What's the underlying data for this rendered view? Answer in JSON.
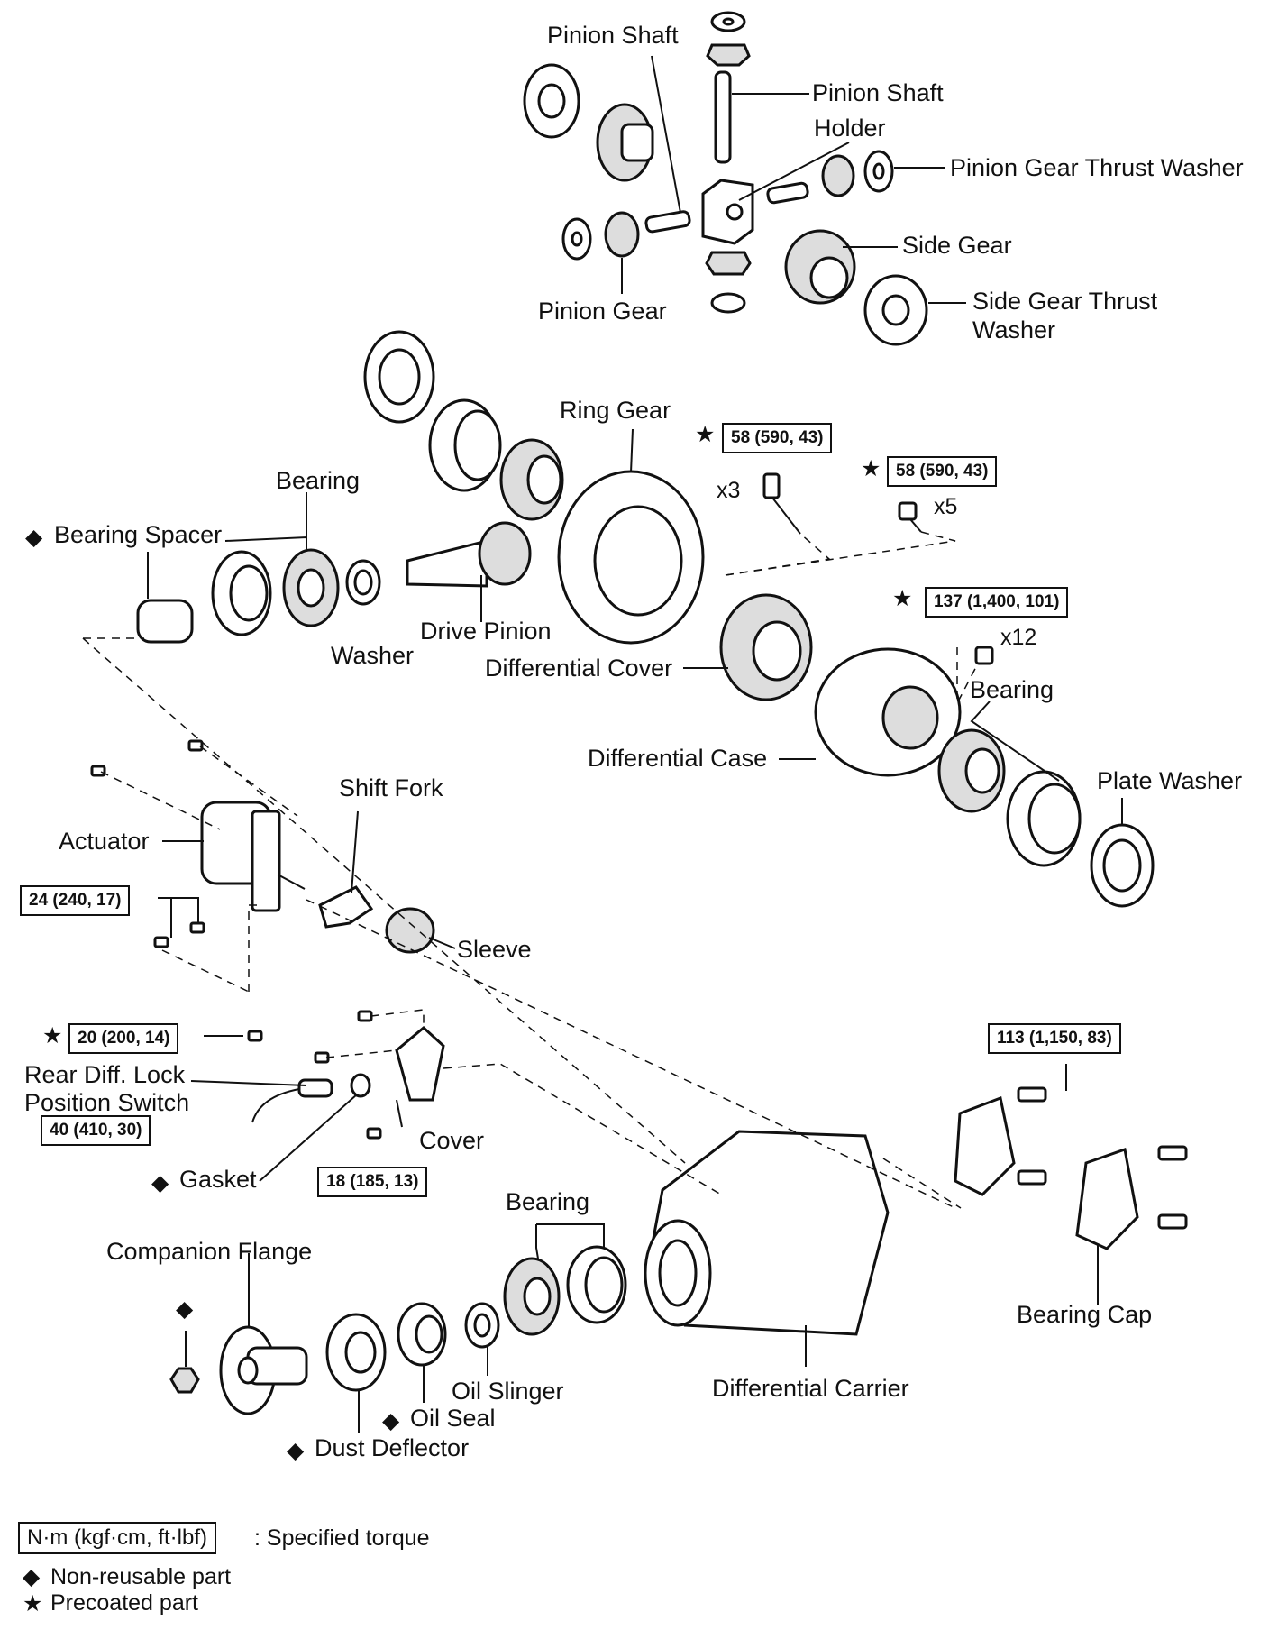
{
  "labels": {
    "pinion_shaft_1": "Pinion Shaft",
    "pinion_shaft_2": "Pinion Shaft",
    "holder": "Holder",
    "pinion_gear_thrust_washer": "Pinion Gear Thrust Washer",
    "side_gear": "Side Gear",
    "side_gear_thrust_washer_l1": "Side Gear Thrust",
    "side_gear_thrust_washer_l2": "Washer",
    "pinion_gear": "Pinion Gear",
    "ring_gear": "Ring Gear",
    "bearing_top": "Bearing",
    "bearing_spacer": "Bearing Spacer",
    "washer": "Washer",
    "drive_pinion": "Drive Pinion",
    "differential_cover": "Differential Cover",
    "bearing_right": "Bearing",
    "differential_case": "Differential Case",
    "plate_washer": "Plate Washer",
    "shift_fork": "Shift Fork",
    "actuator": "Actuator",
    "sleeve": "Sleeve",
    "rear_diff_lock_l1": "Rear Diff. Lock",
    "rear_diff_lock_l2": "Position Switch",
    "cover": "Cover",
    "gasket": "Gasket",
    "bearing_lower": "Bearing",
    "companion_flange": "Companion Flange",
    "bearing_cap": "Bearing Cap",
    "oil_slinger": "Oil Slinger",
    "differential_carrier": "Differential Carrier",
    "oil_seal": "Oil Seal",
    "dust_deflector": "Dust Deflector"
  },
  "torques": {
    "ring_gear_bolt": "58 (590, 43)",
    "cover_bolt": "58 (590, 43)",
    "case_bolt": "137 (1,400, 101)",
    "actuator_bolt": "24 (240, 17)",
    "fork_bolt": "20 (200, 14)",
    "switch": "40 (410, 30)",
    "cover_small_bolt": "18 (185, 13)",
    "bearing_cap_bolt": "113 (1,150, 83)"
  },
  "counts": {
    "ring_gear_bolt": "x3",
    "cover_bolt": "x5",
    "case_bolt": "x12"
  },
  "symbols": {
    "non_reusable": "◆",
    "precoated": "★"
  },
  "legend": {
    "torque_unit": "N·m (kgf·cm, ft·lbf)",
    "torque_desc": ": Specified torque",
    "non_reusable": "Non-reusable part",
    "precoated": "Precoated part"
  }
}
